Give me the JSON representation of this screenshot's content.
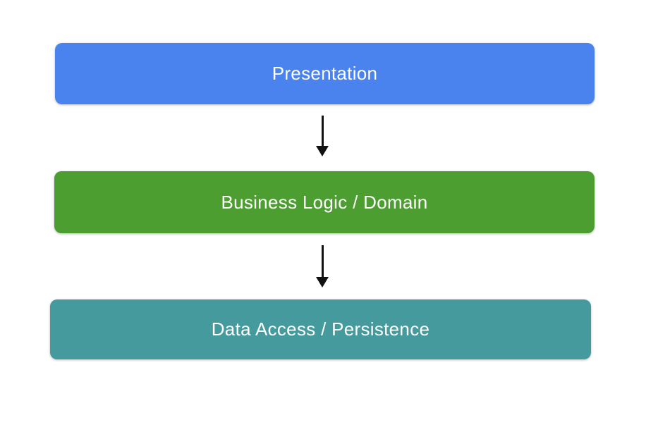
{
  "diagram": {
    "type": "layered-architecture",
    "background_color": "#ffffff",
    "text_color": "#ffffff",
    "arrow_color": "#111111",
    "layers": [
      {
        "label": "Presentation",
        "color": "#4a82ee"
      },
      {
        "label": "Business Logic / Domain",
        "color": "#4c9e30"
      },
      {
        "label": "Data Access / Persistence",
        "color": "#459a9e"
      }
    ],
    "connections": [
      {
        "from": "Presentation",
        "to": "Business Logic / Domain",
        "direction": "down"
      },
      {
        "from": "Business Logic / Domain",
        "to": "Data Access / Persistence",
        "direction": "down"
      }
    ]
  }
}
